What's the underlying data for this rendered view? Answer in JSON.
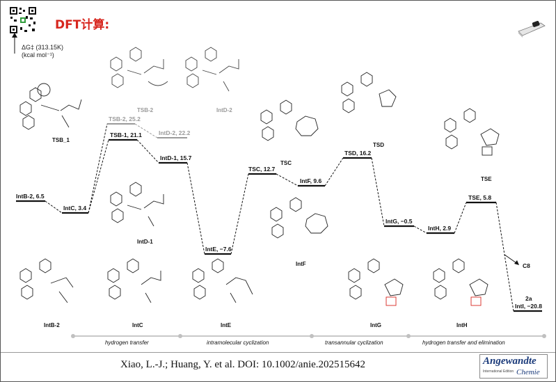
{
  "title": "DFT计算:",
  "axis": {
    "label": "ΔG‡ (313.15K)",
    "unit": "(kcal mol⁻¹)"
  },
  "levels": {
    "intb2": "IntB-2, 6.5",
    "intc": "IntC, 3.4",
    "tsb1": "TSB-1, 21.1",
    "tsb2": "TSB-2, 25.2",
    "intd1": "IntD-1, 15.7",
    "intd2": "IntD-2, 22.2",
    "inte": "IntE, −7.6",
    "tsc": "TSC, 12.7",
    "intf": "IntF, 9.6",
    "tsd": "TSD, 16.2",
    "intg": "IntG, −0.5",
    "inth": "IntH, 2.9",
    "tse": "TSE, 5.8",
    "inti": "IntI, −20.8",
    "product_2a": "2a",
    "c8": "C8"
  },
  "structures": {
    "tsb1": "TSB_1",
    "tsb2": "TSB-2",
    "intd2": "IntD-2",
    "intd1": "IntD-1",
    "tsc": "TSC",
    "tsd": "TSD",
    "tse": "TSE",
    "intf": "IntF",
    "intb2": "IntB-2",
    "intc": "IntC",
    "inte": "IntE",
    "intg": "IntG",
    "inth": "IntH"
  },
  "stages": [
    "hydrogen transfer",
    "intramolecular cyclization",
    "transannular cyclization",
    "hydrogen transfer and elimination"
  ],
  "citation": "Xiao, L.-J.; Huang, Y. et al. DOI: 10.1002/anie.202515642",
  "journal": {
    "name": "Angewandte",
    "edition": "International Edition",
    "sub": "Chemie"
  },
  "colors": {
    "title": "#d7261e",
    "main_path": "#111111",
    "alt_path": "#9a9a9a"
  }
}
